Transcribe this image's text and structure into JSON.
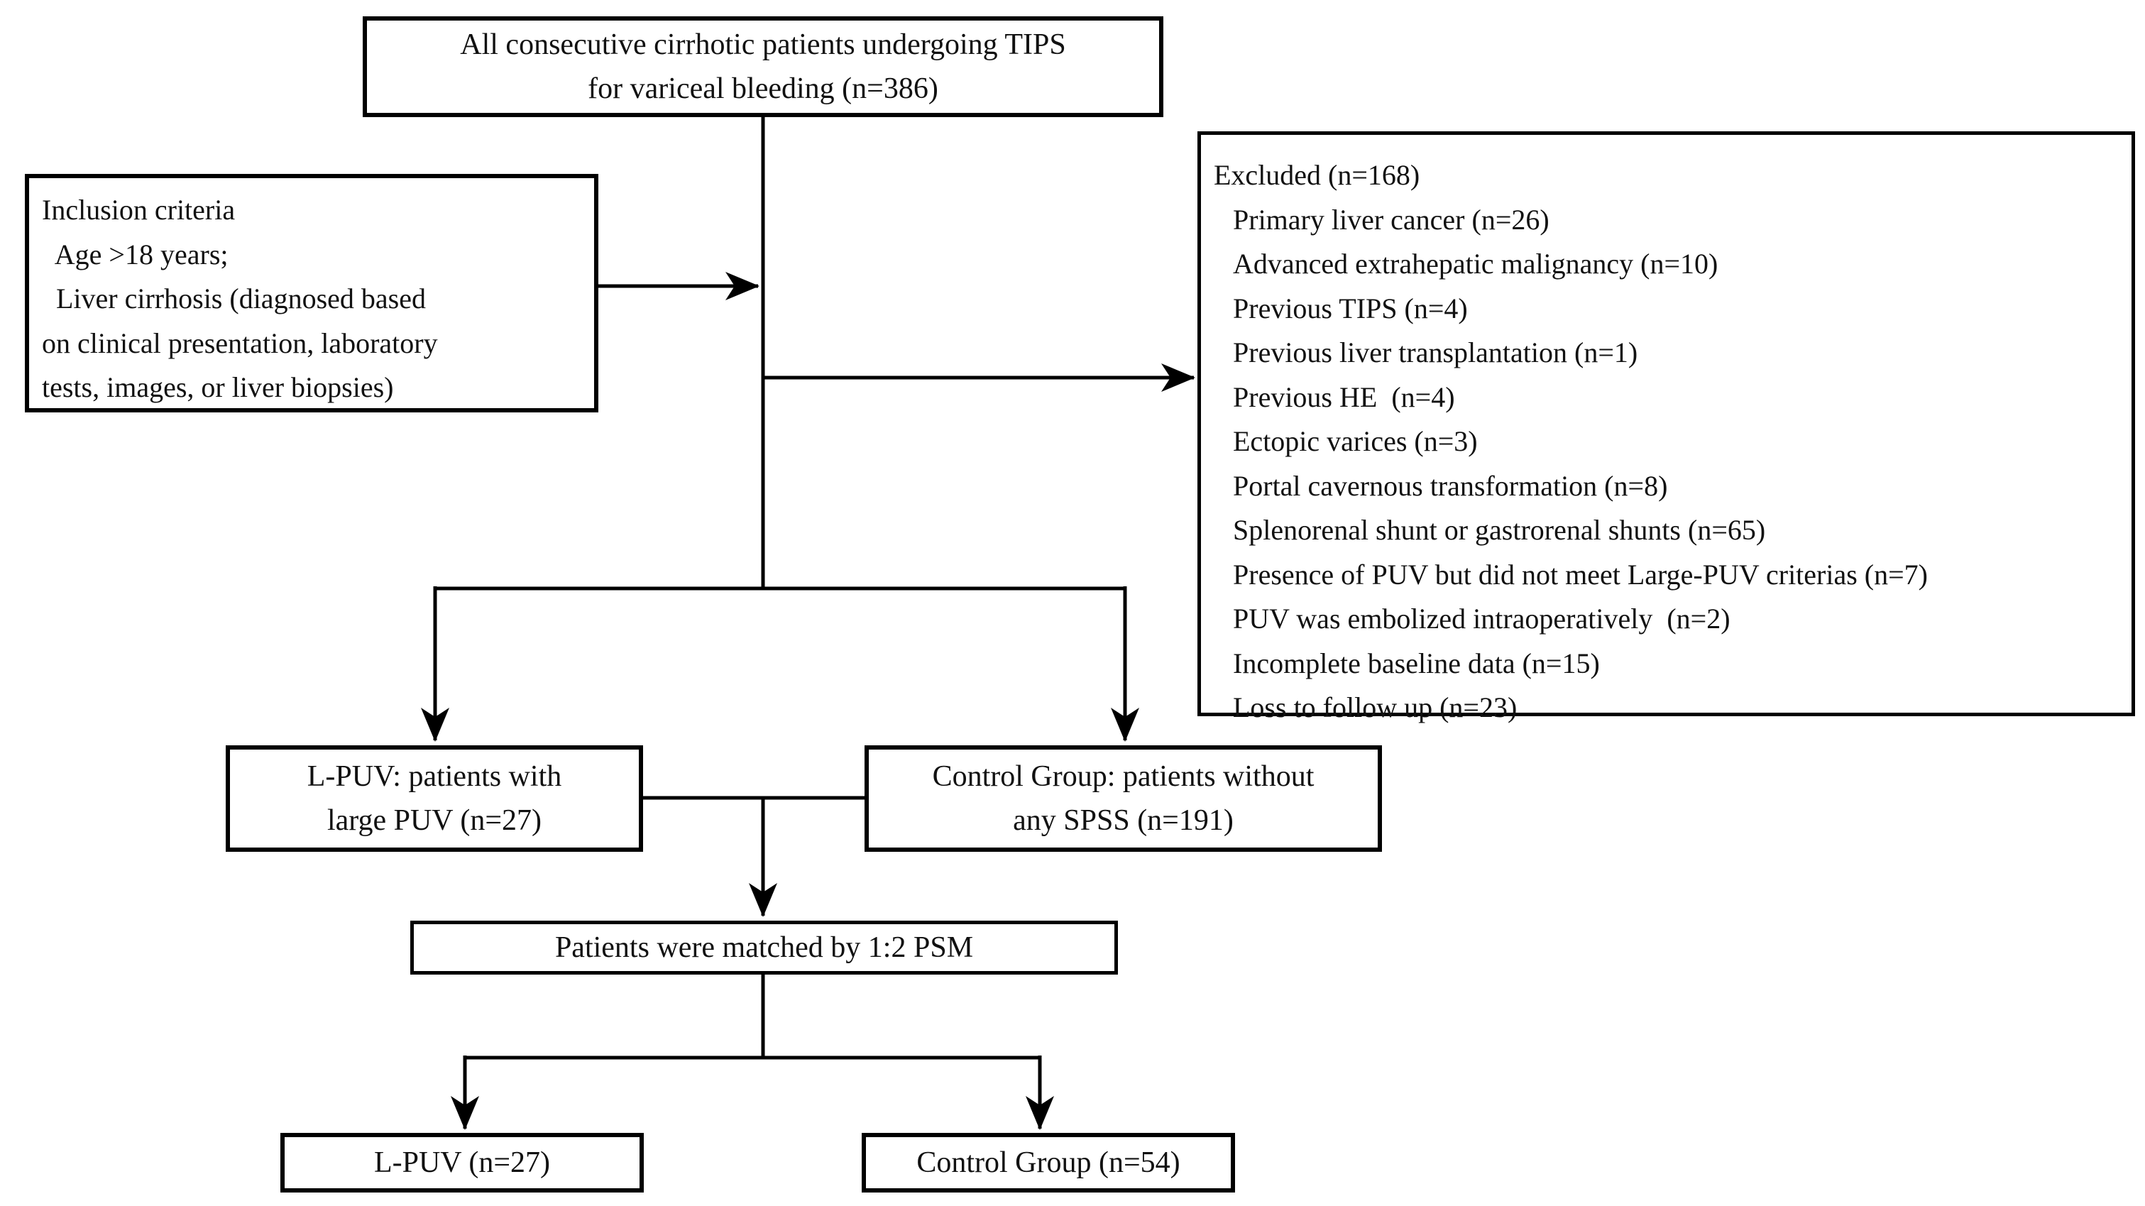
{
  "diagram": {
    "colors": {
      "line": "#000000",
      "background": "#ffffff",
      "text": "#111111"
    },
    "top_box": {
      "line1": "All consecutive cirrhotic patients undergoing TIPS",
      "line2": "for variceal bleeding (n=386)"
    },
    "inclusion_box": {
      "line1": "Inclusion criteria",
      "line2": "  Age >18 years;",
      "line3": "  Liver cirrhosis (diagnosed based",
      "line4": "on clinical presentation, laboratory",
      "line5": "tests, images, or liver biopsies)"
    },
    "excluded_box": {
      "title": "Excluded (n=168)",
      "items": [
        "Primary liver cancer (n=26)",
        "Advanced extrahepatic malignancy (n=10)",
        "Previous TIPS (n=4)",
        "Previous liver transplantation (n=1)",
        "Previous HE  (n=4)",
        "Ectopic varices (n=3)",
        "Portal cavernous transformation (n=8)",
        "Splenorenal shunt or gastrorenal shunts (n=65)",
        "Presence of PUV but did not meet Large-PUV criterias (n=7)",
        "PUV was embolized intraoperatively  (n=2)",
        "Incomplete baseline data (n=15)",
        "Loss to follow up (n=23)"
      ]
    },
    "lpuv_box": {
      "line1": "L-PUV: patients with",
      "line2": "large PUV (n=27)"
    },
    "control_box": {
      "line1": "Control Group: patients without",
      "line2": "any SPSS (n=191)"
    },
    "psm_box": {
      "label": "Patients were matched by 1:2 PSM"
    },
    "lpuv_final_box": {
      "label": "L-PUV (n=27)"
    },
    "control_final_box": {
      "label": "Control Group (n=54)"
    }
  }
}
